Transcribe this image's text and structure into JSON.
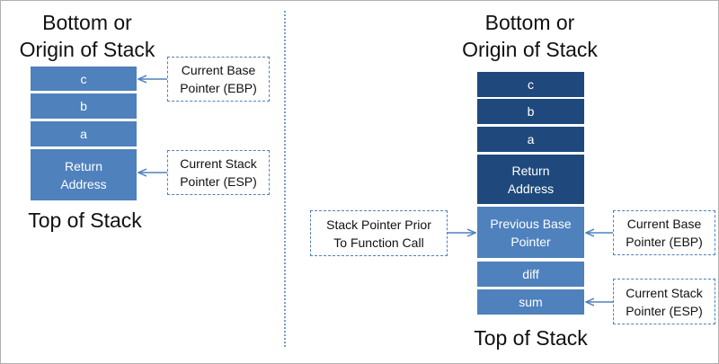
{
  "left": {
    "top_label": "Bottom or\nOrigin of Stack",
    "bottom_label": "Top of Stack",
    "blocks": [
      "c",
      "b",
      "a",
      "Return\nAddress"
    ],
    "callouts": {
      "ebp": "Current Base\nPointer (EBP)",
      "esp": "Current Stack\nPointer (ESP)"
    }
  },
  "right": {
    "top_label": "Bottom or\nOrigin of Stack",
    "bottom_label": "Top of Stack",
    "blocks": [
      "c",
      "b",
      "a",
      "Return\nAddress",
      "Previous Base\nPointer",
      "diff",
      "sum"
    ],
    "callouts": {
      "prior": "Stack Pointer Prior\nTo Function Call",
      "ebp": "Current Base\nPointer (EBP)",
      "esp": "Current Stack\nPointer (ESP)"
    }
  },
  "colors": {
    "light_block": "#4f81bd",
    "dark_block": "#1f497d",
    "callout_border": "#4f81bd"
  }
}
